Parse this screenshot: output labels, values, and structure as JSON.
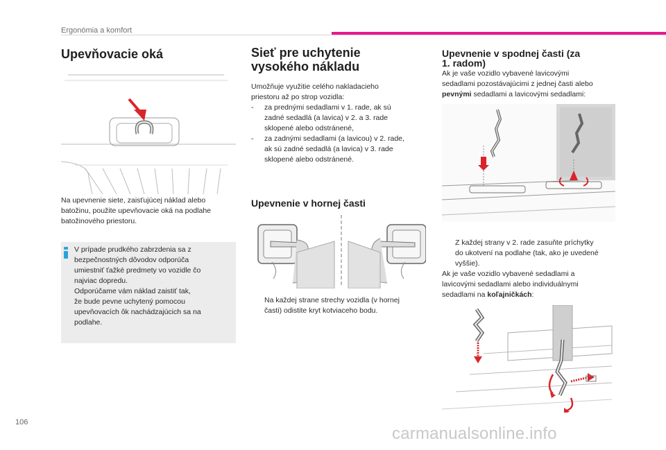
{
  "header": {
    "section": "Ergonómia a komfort"
  },
  "col1": {
    "title": "Upevňovacie oká",
    "body_lines": [
      "Na upevnenie siete, zaisťujúcej náklad alebo",
      "batožinu, použite upevňovacie oká na podlahe",
      "batožinového priestoru."
    ],
    "note_lines": [
      "V prípade prudkého zabrzdenia sa z",
      "bezpečnostných dôvodov odporúča",
      "umiestniť ťažké predmety vo vozidle čo",
      "najviac dopredu.",
      "Odporúčame vám náklad zaistiť tak,",
      "že bude pevne uchytený pomocou",
      "upevňovacích ôk nachádzajúcich sa na",
      "podlahe."
    ]
  },
  "col2": {
    "title_line1": "Sieť pre uchytenie",
    "title_line2": "vysokého nákladu",
    "intro_line1": "Umožňuje využitie celého nakladacieho",
    "intro_line2": "priestoru až po strop vozidla:",
    "bullet_marker": "-",
    "item1_line1": "za prednými sedadlami v 1. rade, ak sú",
    "item1_line2": "zadné sedadlá (a lavica) v 2. a 3. rade",
    "item1_line3": "sklopené alebo odstránené,",
    "item2_line1": "za zadnými sedadlami (a lavicou) v 2. rade,",
    "item2_line2": "ak sú zadné sedadlá (a lavica) v 3. rade",
    "item2_line3": "sklopené alebo odstránené.",
    "subtitle": "Upevnenie v hornej časti",
    "step_marker": "",
    "step_line1": "Na každej strane strechy vozidla (v hornej",
    "step_line2": "časti) odistite kryt kotviaceho bodu."
  },
  "col3": {
    "title_line1": "Upevnenie v spodnej časti (za",
    "title_line2": "1. radom)",
    "intro_line1": "Ak je vaše vozidlo vybavené lavicovými",
    "intro_line2": "sedadlami pozostávajúcimi z jednej časti alebo",
    "intro_bold": "pevnými",
    "intro_line3_rest": " sedadlami a lavicovými sedadlami:",
    "step_marker": "",
    "step_line1": "Z každej strany v 2. rade zasuňte príchytky",
    "step_line2": "do ukotvení na podlahe (tak, ako je uvedené",
    "step_line3": "vyššie).",
    "para_line1": "Ak je vaše vozidlo vybavené sedadlami a",
    "para_line2": "lavicovými sedadlami alebo individuálnymi",
    "para_line3_start": "sedadlami na ",
    "para_bold": "koľajničkách",
    "para_line3_end": ":"
  },
  "footer": {
    "page_number": "106",
    "watermark": "carmanualsonline.info"
  },
  "colors": {
    "accent_pink": "#e6198f",
    "info_blue": "#2aa3dc",
    "arrow_red": "#d9252a",
    "note_bg": "#ececec"
  }
}
